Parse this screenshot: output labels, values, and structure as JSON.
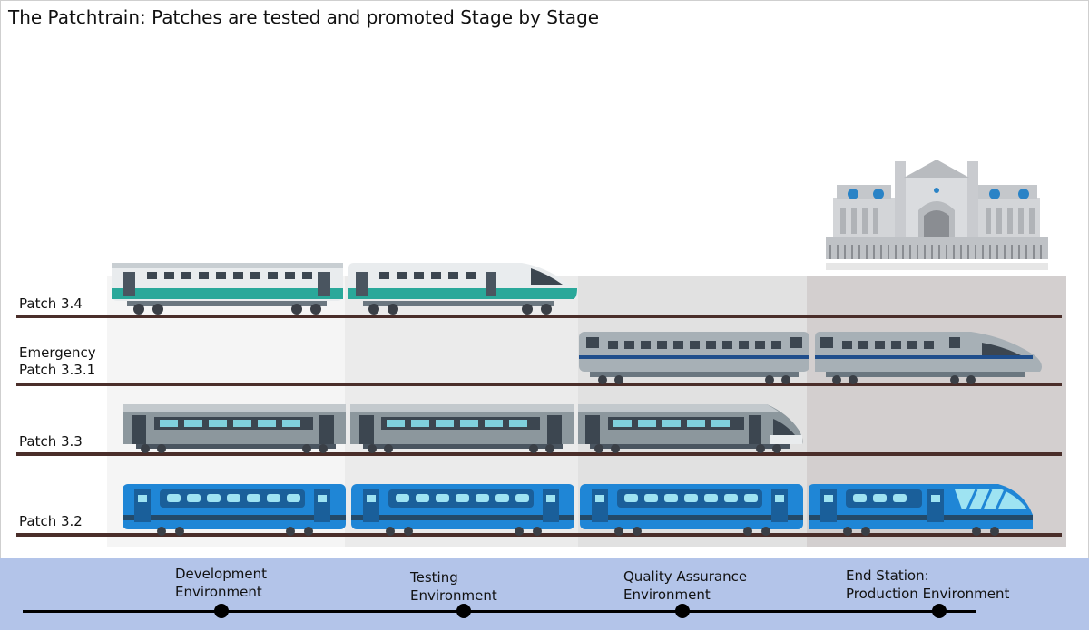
{
  "title": "The Patchtrain: Patches are tested and promoted Stage by Stage",
  "tracks": [
    {
      "label": "Patch 3.4"
    },
    {
      "label": "Emergency\nPatch 3.3.1"
    },
    {
      "label": "Patch 3.3"
    },
    {
      "label": "Patch 3.2"
    }
  ],
  "stages": [
    {
      "label": "Development\nEnvironment"
    },
    {
      "label": "Testing\nEnvironment"
    },
    {
      "label": "Quality Assurance\nEnvironment"
    },
    {
      "label": "End Station:\nProduction Environment"
    }
  ],
  "colors": {
    "track": "#4a2e2a",
    "timeline_band": "#b3c4e9",
    "train_green": "#2aa89a",
    "train_navy": "#1f4e8c",
    "train_gray": "#7f8c93",
    "train_blue": "#1f86d6"
  }
}
